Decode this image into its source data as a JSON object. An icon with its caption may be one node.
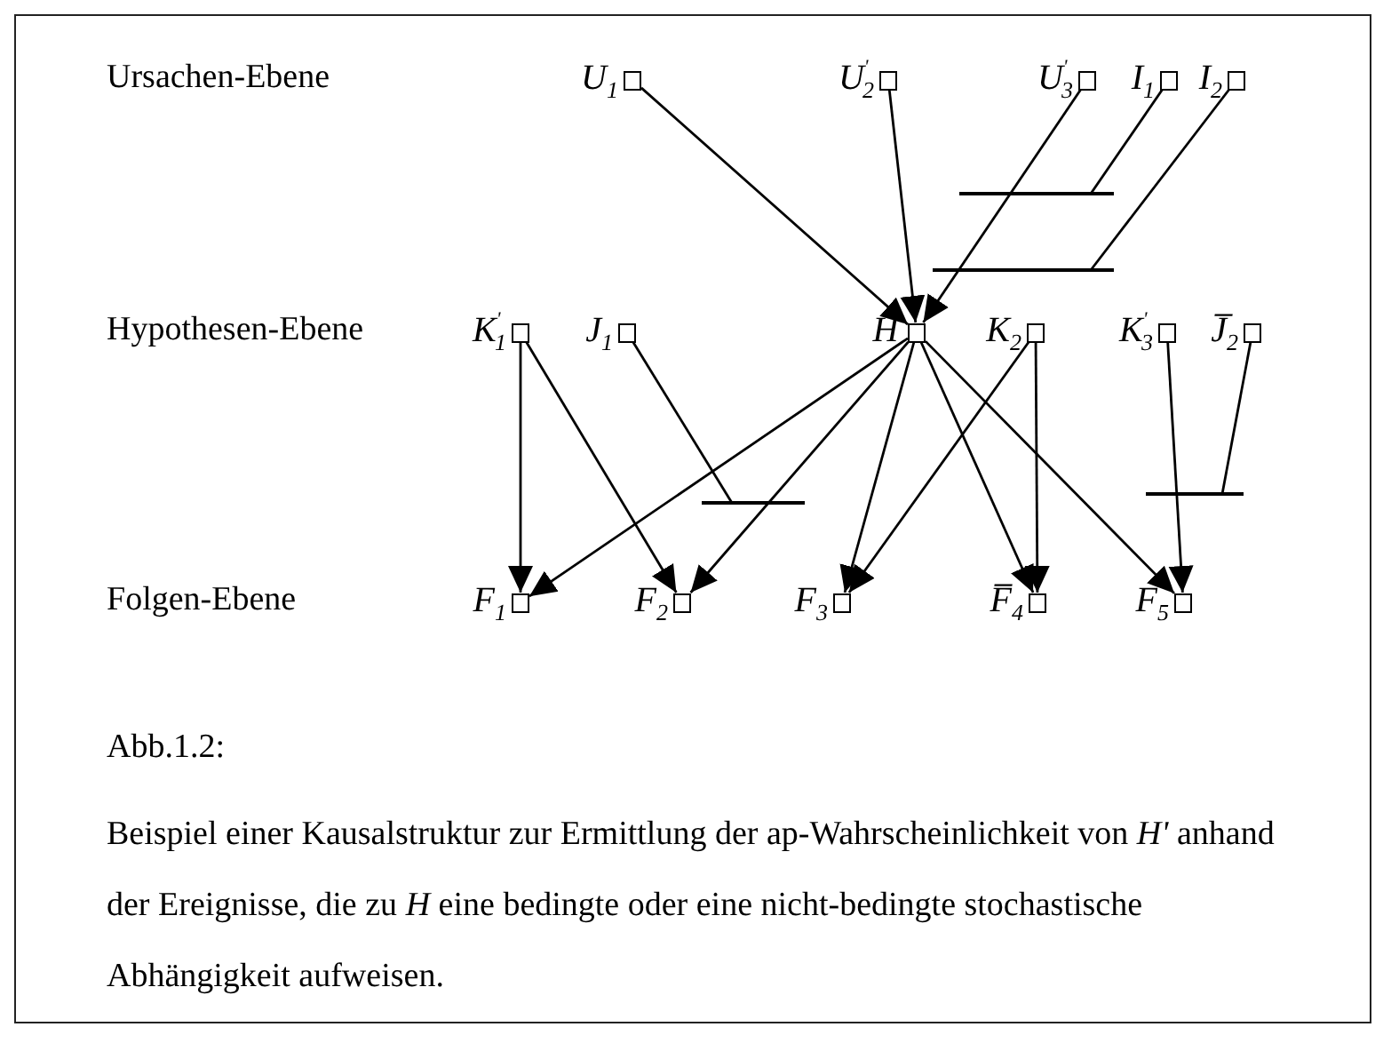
{
  "diagram": {
    "caption": "Beispiel einer Kausalstruktur zur Ermittlung der ap-Wahrscheinlichkeit von *H'* anhand der Ereignisse, die zu *H* eine bedingte oder eine nicht-bedingte stochastische Abhängigkeit aufweisen.",
    "nodes": [
      {
        "text": [],
        "shape": "box",
        "beside": [
          "U$_{1}$"
        ]
      },
      {
        "text": [],
        "shape": "box",
        "beside": [
          "U$^{'}$$_{2}$"
        ]
      },
      {
        "text": [],
        "shape": "box",
        "beside": [
          "U$^{'}$$_{3}$"
        ]
      },
      {
        "text": [],
        "shape": "box",
        "beside": [
          "I$_{1}$"
        ]
      },
      {
        "text": [],
        "shape": "box",
        "beside": [
          "I$_{2}$"
        ]
      },
      {
        "text": [],
        "shape": "box",
        "beside": [
          "K$^{'}$$_{1}$"
        ]
      },
      {
        "text": [],
        "shape": "box",
        "beside": [
          "J$_{1}$"
        ]
      },
      {
        "text": [],
        "shape": "box",
        "beside": [
          "H$^{'}$"
        ]
      },
      {
        "text": [],
        "shape": "box",
        "beside": [
          "K$_{2}$"
        ]
      },
      {
        "text": [],
        "shape": "box",
        "beside": [
          "K$^{'}$$_{3}$"
        ]
      },
      {
        "text": [],
        "shape": "box",
        "beside": [
          "J̅$_{2}$"
        ]
      },
      {
        "text": [],
        "shape": "box",
        "beside": [
          "F$_{1}$"
        ]
      },
      {
        "text": [],
        "shape": "box",
        "beside": [
          "F$_{2}$"
        ]
      },
      {
        "text": [],
        "shape": "box",
        "beside": [
          "F$_{3}$"
        ]
      },
      {
        "text": [],
        "shape": "box",
        "beside": [
          "F̅$_{4}$"
        ]
      },
      {
        "text": [],
        "shape": "box",
        "beside": [
          "F$_{5}$"
        ]
      },
      {
        "text": [],
        "shape": "bar"
      },
      {
        "text": [],
        "shape": "bar"
      },
      {
        "text": [],
        "shape": "bar"
      },
      {
        "text": [],
        "shape": "bar"
      }
    ],
    "edges": [
      {
        "from": 0,
        "to": 7,
        "arrow": "to"
      },
      {
        "from": 1,
        "to": 7,
        "arrow": "to"
      },
      {
        "from": 2,
        "to": 7,
        "arrow": "to"
      },
      {
        "from": 3,
        "to": 16,
        "arrow": "none"
      },
      {
        "from": 4,
        "to": 17,
        "arrow": "none"
      },
      {
        "from": 5,
        "to": 11,
        "arrow": "to"
      },
      {
        "from": 5,
        "to": 12,
        "arrow": "to"
      },
      {
        "from": 6,
        "to": 18,
        "arrow": "none"
      },
      {
        "from": 7,
        "to": 11,
        "arrow": "to"
      },
      {
        "from": 7,
        "to": 12,
        "arrow": "to"
      },
      {
        "from": 7,
        "to": 13,
        "arrow": "to"
      },
      {
        "from": 7,
        "to": 14,
        "arrow": "to"
      },
      {
        "from": 7,
        "to": 15,
        "arrow": "to"
      },
      {
        "from": 8,
        "to": 13,
        "arrow": "to"
      },
      {
        "from": 8,
        "to": 14,
        "arrow": "to"
      },
      {
        "from": 9,
        "to": 15,
        "arrow": "to"
      },
      {
        "from": 10,
        "to": 19,
        "arrow": "none"
      }
    ],
    "labels": [
      "Ursachen-Ebene",
      "Hypothesen-Ebene",
      "Folgen-Ebene",
      "Abb.1.2:"
    ]
  }
}
